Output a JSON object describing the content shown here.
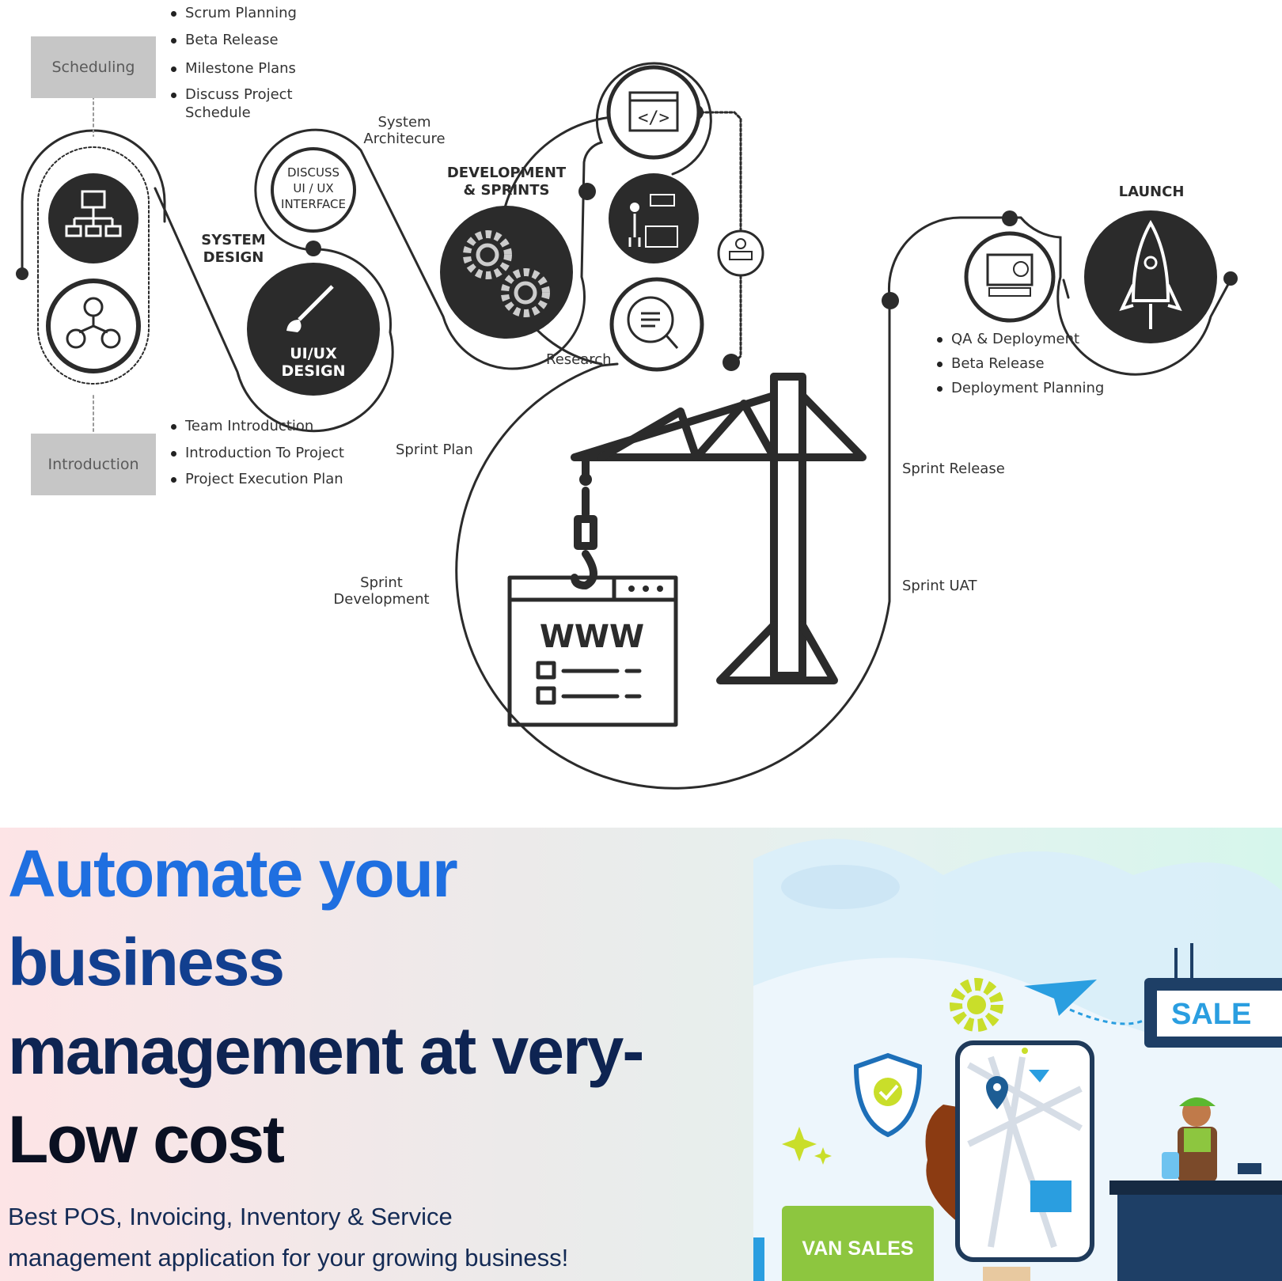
{
  "diagram": {
    "scheduling_box": "Scheduling",
    "scheduling_items": [
      "Scrum Planning",
      "Beta Release",
      "Milestone Plans",
      "Discuss Project",
      "Schedule"
    ],
    "introduction_box": "Introduction",
    "introduction_items": [
      "Team Introduction",
      "Introduction To Project",
      "Project Execution Plan"
    ],
    "system_design": [
      "SYSTEM",
      "DESIGN"
    ],
    "system_architecture": [
      "System",
      "Architecure"
    ],
    "discuss_uiux": [
      "DISCUSS",
      "UI / UX",
      "INTERFACE"
    ],
    "uiux_design": [
      "UI/UX",
      "DESIGN"
    ],
    "development_sprints": [
      "DEVELOPMENT",
      "& SPRINTS"
    ],
    "research": "Research",
    "launch": "LAUNCH",
    "launch_items": [
      "QA & Deployment",
      "Beta Release",
      "Deployment Planning"
    ],
    "sprint_plan": "Sprint Plan",
    "sprint_development": [
      "Sprint",
      "Development"
    ],
    "sprint_release": "Sprint Release",
    "sprint_uat": "Sprint UAT",
    "www_text": "WWW"
  },
  "hero": {
    "headline_lines": [
      "Automate your",
      "business",
      "management at very-",
      "Low cost"
    ],
    "subtext_lines": [
      "Best POS, Invoicing, Inventory & Service",
      "management application for your growing business!"
    ],
    "sale_sign": "SALE",
    "van_sales": "VAN SALES",
    "colors": {
      "headline_top": "#1f6fe0",
      "headline_bottom": "#0a1022",
      "accent_green": "#8dc63f",
      "accent_blue": "#1d6fb8"
    }
  }
}
